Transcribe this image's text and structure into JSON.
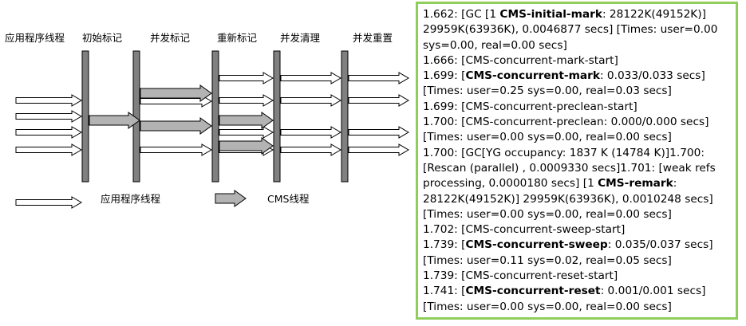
{
  "diagram": {
    "phase_labels": [
      "应用程序线程",
      "初始标记",
      "并发标记",
      "重新标记",
      "并发清理",
      "并发重置"
    ],
    "legend": {
      "app_thread_label": "应用程序线程",
      "cms_thread_label": "CMS线程"
    }
  },
  "colors": {
    "panel_border": "#8fce5b",
    "bar_fill": "#808080",
    "gray_arrow_fill": "#b3b3b3",
    "white_arrow_fill": "#ffffff",
    "stroke": "#000000"
  },
  "log": {
    "entries": [
      {
        "parts": [
          {
            "t": "1.662: [GC [1 "
          },
          {
            "t": "CMS-initial-mark",
            "b": true
          },
          {
            "t": ": 28122K(49152K)] 29959K(63936K), 0.0046877 secs] [Times: user=0.00 sys=0.00, real=0.00 secs]"
          }
        ]
      },
      {
        "parts": [
          {
            "t": "1.666: [CMS-concurrent-mark-start]"
          }
        ]
      },
      {
        "parts": [
          {
            "t": "1.699: ["
          },
          {
            "t": "CMS-concurrent-mark",
            "b": true
          },
          {
            "t": ": 0.033/0.033 secs] [Times: user=0.25 sys=0.00, real=0.03 secs]"
          }
        ]
      },
      {
        "parts": [
          {
            "t": "1.699: [CMS-concurrent-preclean-start]"
          }
        ]
      },
      {
        "parts": [
          {
            "t": "1.700: [CMS-concurrent-preclean: 0.000/0.000 secs] [Times: user=0.00 sys=0.00, real=0.00 secs]"
          }
        ]
      },
      {
        "parts": [
          {
            "t": "1.700: [GC[YG occupancy: 1837 K (14784 K)]1.700: [Rescan (parallel) , 0.0009330 secs]1.701: [weak refs processing, 0.0000180 secs] [1 "
          },
          {
            "t": "CMS-remark",
            "b": true
          },
          {
            "t": ": 28122K(49152K)] 29959K(63936K), 0.0010248 secs] [Times: user=0.00 sys=0.00, real=0.00 secs]"
          }
        ]
      },
      {
        "parts": [
          {
            "t": "1.702: [CMS-concurrent-sweep-start]"
          }
        ]
      },
      {
        "parts": [
          {
            "t": "1.739: ["
          },
          {
            "t": "CMS-concurrent-sweep",
            "b": true
          },
          {
            "t": ": 0.035/0.037 secs] [Times: user=0.11 sys=0.02, real=0.05 secs]"
          }
        ]
      },
      {
        "parts": [
          {
            "t": "1.739: [CMS-concurrent-reset-start]"
          }
        ]
      },
      {
        "parts": [
          {
            "t": "1.741: ["
          },
          {
            "t": "CMS-concurrent-reset",
            "b": true
          },
          {
            "t": ": 0.001/0.001 secs] [Times: user=0.00 sys=0.00, real=0.00 secs]"
          }
        ]
      }
    ]
  }
}
